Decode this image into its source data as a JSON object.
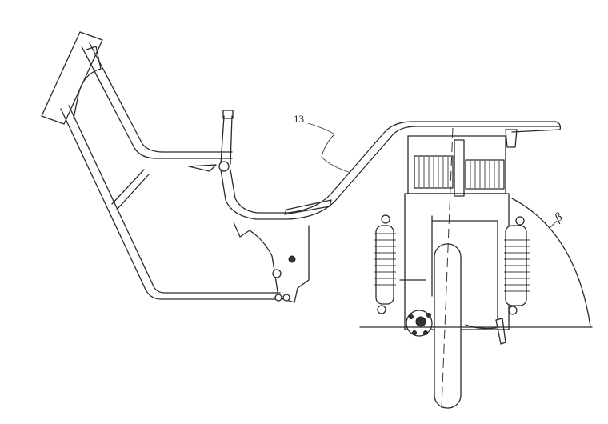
{
  "figure": {
    "description": "Technical line drawing of a tricycle/motorcycle frame with rear axle, shock absorbers, battery/motor box and wheel",
    "labels": {
      "part_callout": "13",
      "angle_label": "β"
    },
    "colors": {
      "line": "#2a2a2a",
      "background": "#ffffff"
    }
  }
}
